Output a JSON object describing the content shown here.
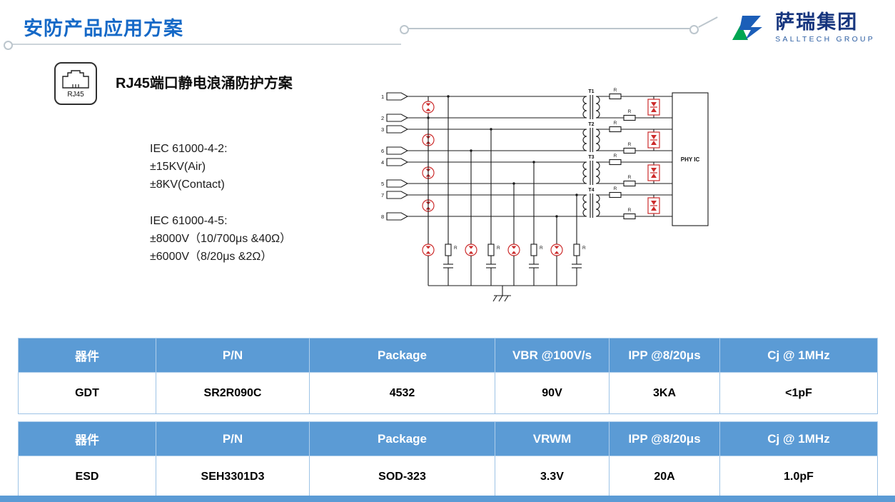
{
  "page": {
    "title": "安防产品应用方案"
  },
  "logo": {
    "name": "萨瑞集团",
    "subtitle": "SALLTECH GROUP"
  },
  "section": {
    "icon_label": "RJ45",
    "heading": "RJ45端口静电浪涌防护方案"
  },
  "specs": {
    "esd_title": "IEC 61000-4-2:",
    "esd_lines": [
      "±15KV(Air)",
      "±8KV(Contact)"
    ],
    "surge_title": "IEC 61000-4-5:",
    "surge_lines": [
      "±8000V（10/700μs &40Ω）",
      "±6000V（8/20μs &2Ω）"
    ]
  },
  "diagram": {
    "pins": [
      "1",
      "2",
      "3",
      "6",
      "4",
      "5",
      "7",
      "8"
    ],
    "transformers": [
      "T1",
      "T2",
      "T3",
      "T4"
    ],
    "resistor_label": "R",
    "phy_label": "PHY IC"
  },
  "tables": [
    {
      "headers": [
        "器件",
        "P/N",
        "Package",
        "VBR @100V/s",
        "IPP @8/20μs",
        "Cj @ 1MHz"
      ],
      "rows": [
        [
          "GDT",
          "SR2R090C",
          "4532",
          "90V",
          "3KA",
          "<1pF"
        ]
      ]
    },
    {
      "headers": [
        "器件",
        "P/N",
        "Package",
        "VRWM",
        "IPP @8/20μs",
        "Cj @ 1MHz"
      ],
      "rows": [
        [
          "ESD",
          "SEH3301D3",
          "SOD-323",
          "3.3V",
          "20A",
          "1.0pF"
        ]
      ]
    }
  ],
  "colors": {
    "title_blue": "#1569C7",
    "table_header_blue": "#5B9BD5",
    "component_red": "#CC2B2B",
    "logo_blue": "#1B5EB8",
    "logo_green": "#00A651"
  }
}
